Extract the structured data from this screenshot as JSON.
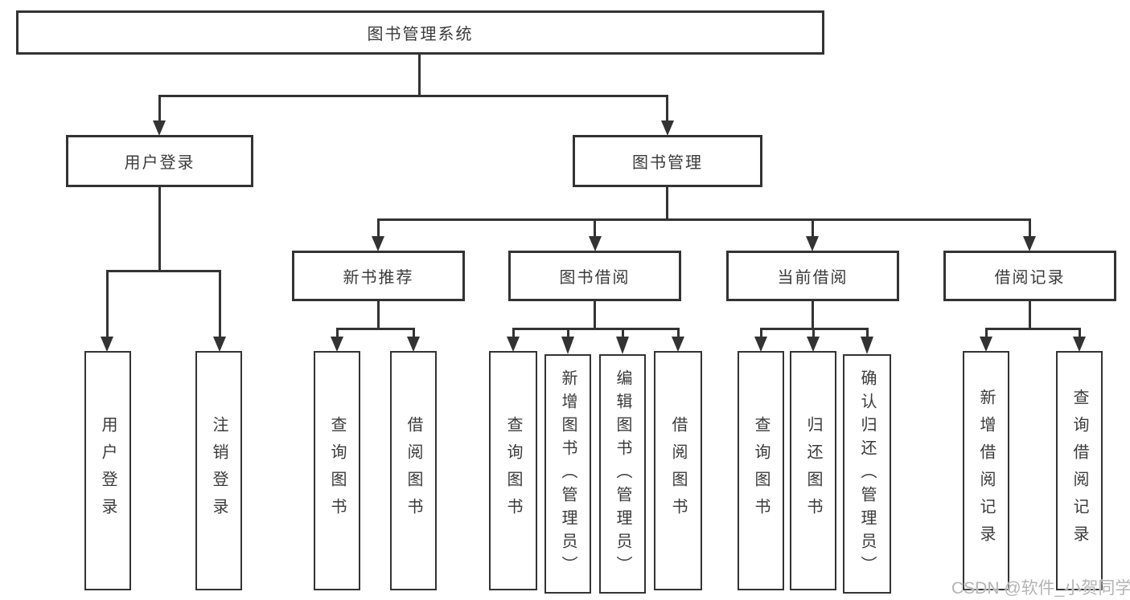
{
  "tree": {
    "root": "图书管理系统",
    "branches": [
      {
        "label": "用户登录",
        "children": [
          "用户登录",
          "注销登录"
        ]
      },
      {
        "label": "图书管理",
        "children": [
          {
            "label": "新书推荐",
            "children": [
              "查询图书",
              "借阅图书"
            ]
          },
          {
            "label": "图书借阅",
            "children": [
              "查询图书",
              "新增图书（管理员）",
              "编辑图书（管理员）",
              "借阅图书"
            ]
          },
          {
            "label": "当前借阅",
            "children": [
              "查询图书",
              "归还图书",
              "确认归还（管理员）"
            ]
          },
          {
            "label": "借阅记录",
            "children": [
              "新增借阅记录",
              "查询借阅记录"
            ]
          }
        ]
      }
    ]
  },
  "watermark": {
    "text": "CSDN @软件_小贺同学"
  },
  "colors": {
    "line": "#333333",
    "box_fill": "#ffffff",
    "text": "#3a3a3a",
    "watermark": "#b4b4b4"
  }
}
